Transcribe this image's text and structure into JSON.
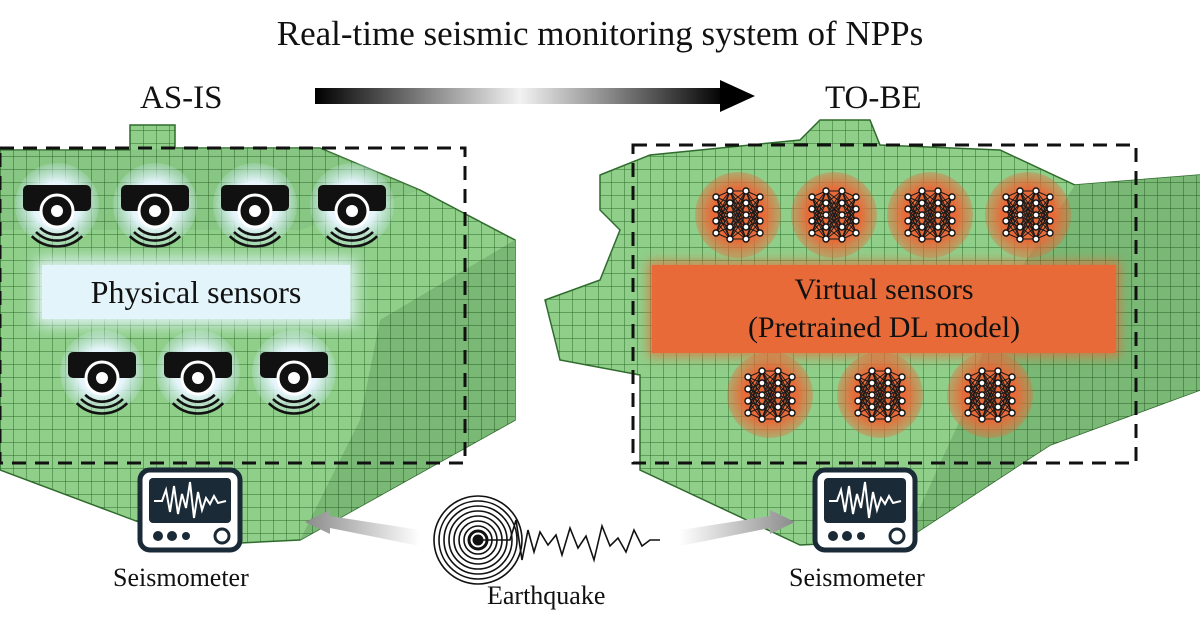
{
  "title": "Real-time seismic monitoring system of NPPs",
  "as_is": {
    "heading": "AS-IS",
    "label": "Physical sensors",
    "sensor_icons": [
      "sensor-icon",
      "sensor-icon",
      "sensor-icon",
      "sensor-icon",
      "sensor-icon",
      "sensor-icon",
      "sensor-icon"
    ],
    "seismometer_label": "Seismometer"
  },
  "to_be": {
    "heading": "TO-BE",
    "label_line1": "Virtual sensors",
    "label_line2": "(Pretrained DL model)",
    "network_icons": [
      "neural-network-icon",
      "neural-network-icon",
      "neural-network-icon",
      "neural-network-icon",
      "neural-network-icon",
      "neural-network-icon",
      "neural-network-icon"
    ],
    "seismometer_label": "Seismometer"
  },
  "earthquake_label": "Earthquake",
  "colors": {
    "mesh_green": "#8fcf8a",
    "mesh_line": "#2f6b2c",
    "physical_glow": "#dff2fa",
    "virtual_orange": "#e86a38"
  }
}
